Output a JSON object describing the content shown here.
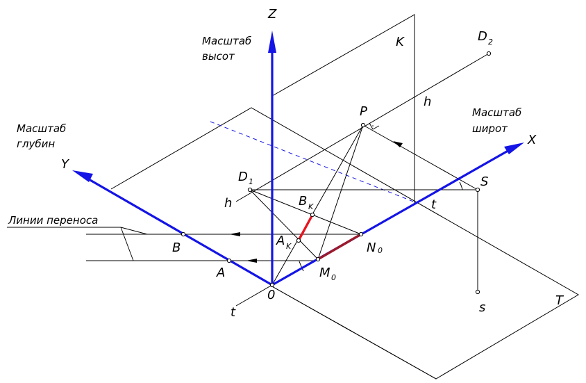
{
  "labels": {
    "Z": "Z",
    "Y": "Y",
    "X": "X",
    "K": "K",
    "T": "T",
    "D2": "D",
    "D2_sub": "2",
    "D1": "D",
    "D1_sub": "1",
    "P": "P",
    "S": "S",
    "s": "s",
    "h_right": "h",
    "h_left": "h",
    "t_left": "t",
    "t_right": "t",
    "O": "0",
    "A": "A",
    "B": "B",
    "AK": "A",
    "AK_sub": "K",
    "BK": "B",
    "BK_sub": "K",
    "N0": "N",
    "N0_sub": "0",
    "M0": "M",
    "M0_sub": "0"
  },
  "captions": {
    "heights_line1": "Масштаб",
    "heights_line2": "высот",
    "widths_line1": "Масштаб",
    "widths_line2": "широт",
    "depths_line1": "Масштаб",
    "depths_line2": "глубин",
    "transfer_lines": "Линии переноса"
  },
  "colors": {
    "axis": "#1414e6",
    "segment_red": "#e8141e",
    "segment_dark_red": "#9b1a2c",
    "lines": "#000000"
  }
}
